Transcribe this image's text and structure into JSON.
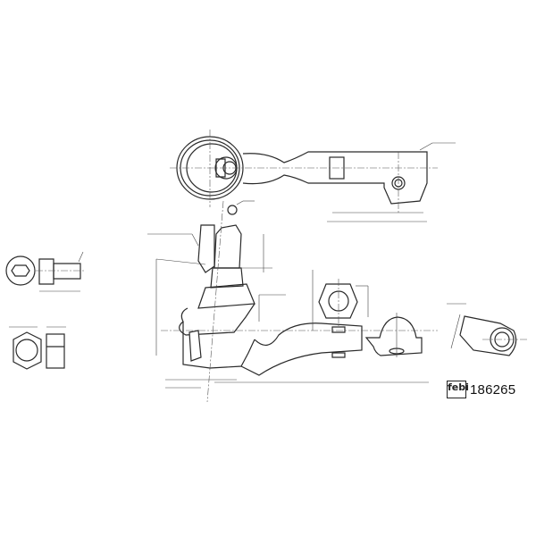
{
  "drawing": {
    "title": "Tie rod end technical drawing",
    "views": [
      "top-view-tie-rod-end",
      "side-view-ball-joint-section",
      "bolt-detail",
      "nut-detail",
      "nut-section-detail",
      "end-view-detail"
    ]
  },
  "brand": {
    "logo_text": "febi",
    "part_number": "186265"
  },
  "colors": {
    "line": "#2a2a2a",
    "background": "#ffffff"
  }
}
